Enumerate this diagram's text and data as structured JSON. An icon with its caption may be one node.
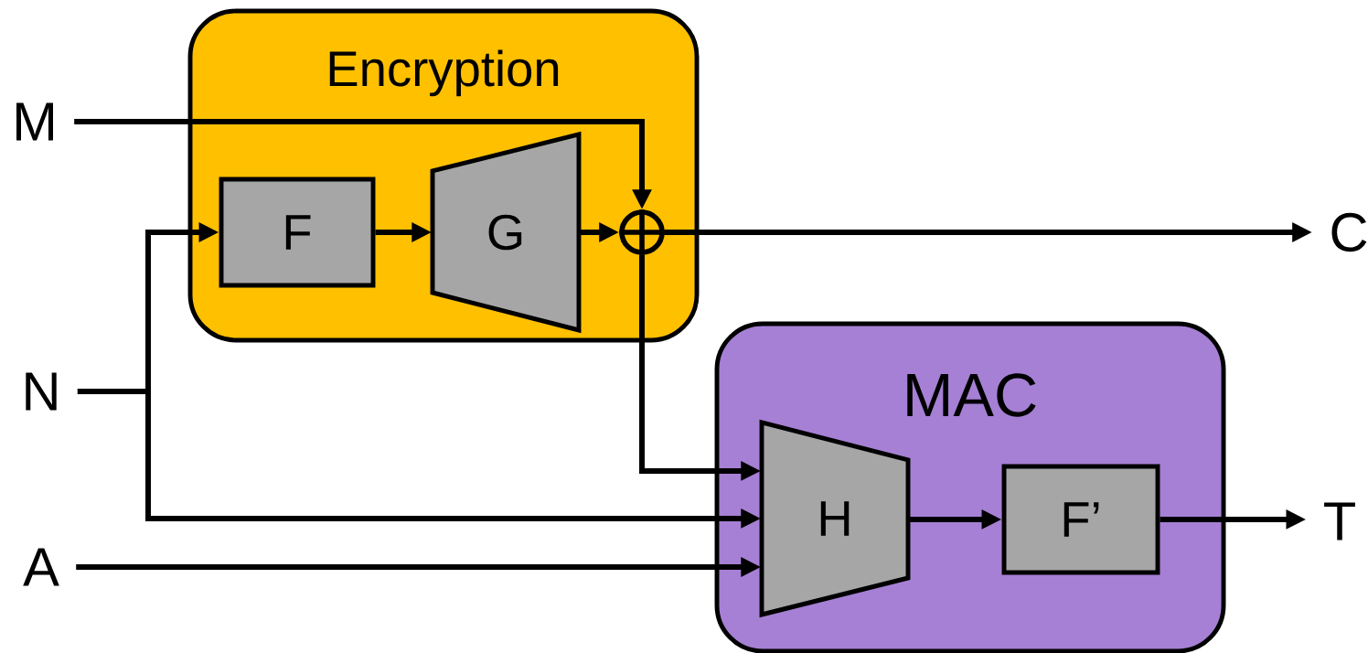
{
  "diagram": {
    "nodes": [
      {
        "text": [
          "Encryption"
        ]
      },
      {
        "text": [
          "F"
        ],
        "in": 0
      },
      {
        "text": [
          "G"
        ],
        "in": 0
      },
      {
        "text": [],
        "shape": "circle",
        "in": 0
      },
      {
        "text": [
          "MAC"
        ]
      },
      {
        "text": [
          "H"
        ],
        "in": 4
      },
      {
        "text": [
          "F’"
        ],
        "in": 4
      },
      {
        "text": [
          "M"
        ]
      },
      {
        "text": [
          "N"
        ]
      },
      {
        "text": [
          "A"
        ]
      },
      {
        "text": [
          "C"
        ]
      },
      {
        "text": [
          "T"
        ]
      }
    ],
    "edges": [
      {
        "from": 7,
        "to": 3,
        "arrow": "to"
      },
      {
        "from": 8,
        "to": 1,
        "arrow": "to"
      },
      {
        "from": 8,
        "to": 5,
        "arrow": "to"
      },
      {
        "from": 1,
        "to": 2,
        "arrow": "to"
      },
      {
        "from": 2,
        "to": 3,
        "arrow": "to"
      },
      {
        "from": 3,
        "to": 10,
        "arrow": "to"
      },
      {
        "from": 3,
        "to": 5,
        "arrow": "to"
      },
      {
        "from": 9,
        "to": 5,
        "arrow": "to"
      },
      {
        "from": 5,
        "to": 6,
        "arrow": "to"
      },
      {
        "from": 6,
        "to": 11,
        "arrow": "to"
      }
    ]
  }
}
